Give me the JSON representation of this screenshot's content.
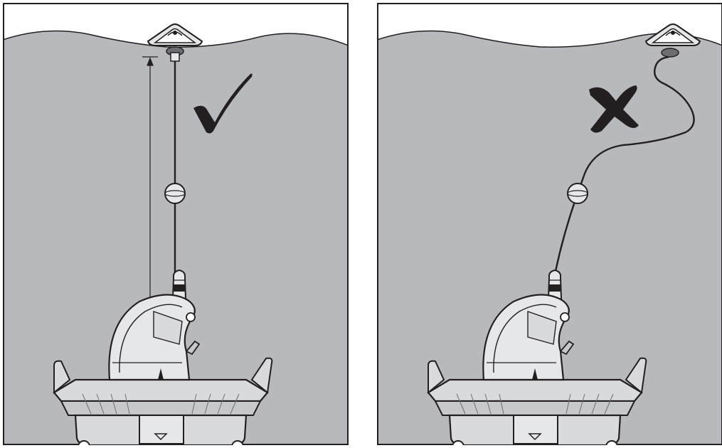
{
  "panels": [
    {
      "id": "correct",
      "status": "correct",
      "mark": "check-mark-icon",
      "cable": "taut"
    },
    {
      "id": "incorrect",
      "status": "incorrect",
      "mark": "cross-mark-icon",
      "cable": "slack"
    }
  ],
  "colors": {
    "water": "#b8b9bc",
    "outline": "#231f20",
    "mark": "#231f20",
    "robot_body": "#d9dadc",
    "robot_dark": "#6d6e71",
    "background": "#ffffff"
  },
  "icons": [
    "check-mark-icon",
    "cross-mark-icon",
    "floating-swivel-icon",
    "pool-robot-icon",
    "cable-float-icon"
  ]
}
